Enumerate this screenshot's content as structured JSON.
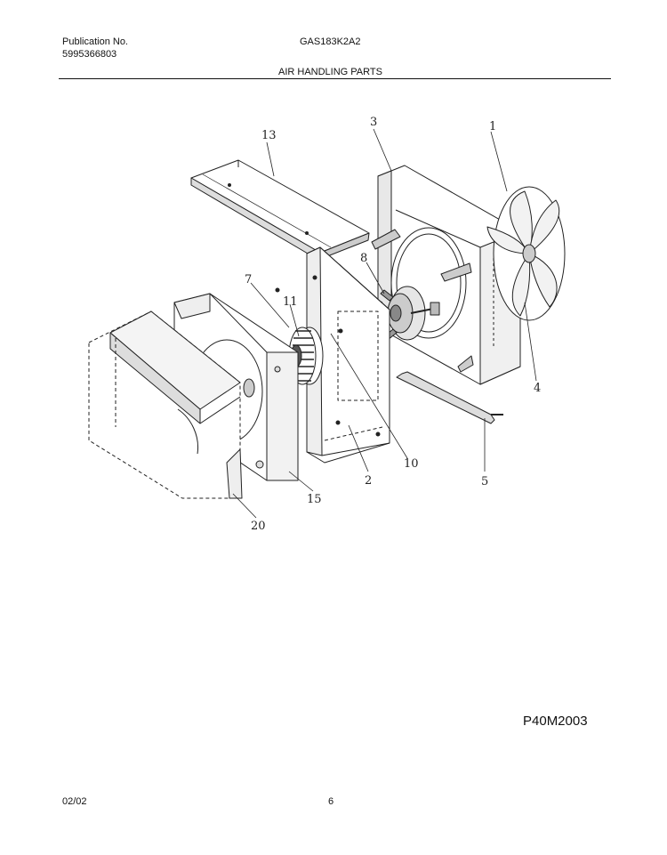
{
  "header": {
    "publication_label": "Publication No.",
    "publication_number": "5995366803",
    "model": "GAS183K2A2",
    "section_title": "AIR HANDLING PARTS"
  },
  "diagram": {
    "callouts": [
      "1",
      "2",
      "3",
      "4",
      "5",
      "7",
      "8",
      "10",
      "11",
      "13",
      "15",
      "20"
    ],
    "drawing_code": "P40M2003"
  },
  "footer": {
    "date": "02/02",
    "page": "6"
  }
}
